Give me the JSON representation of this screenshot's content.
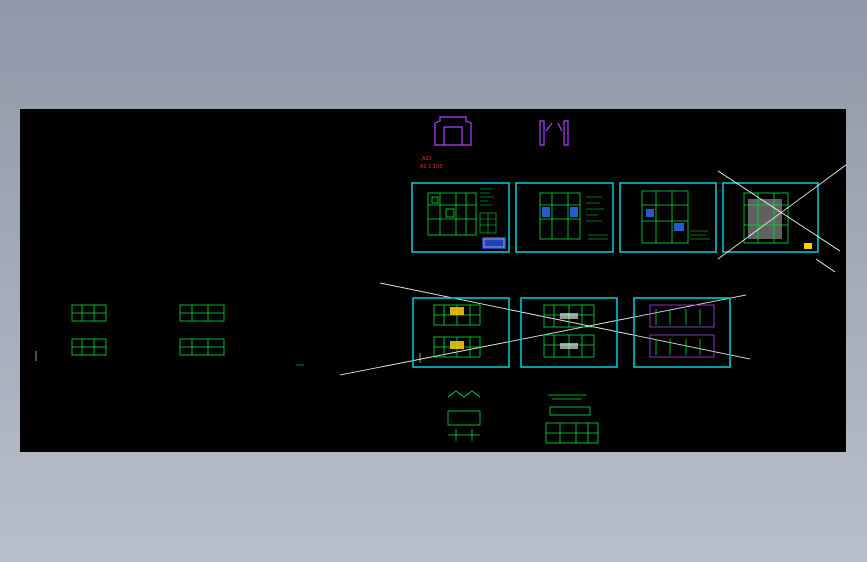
{
  "viewport": {
    "background": "#000000",
    "chrome_background": "#a4abb9"
  },
  "annotations": {
    "red_title": "A22",
    "red_subtitle": "A1 1:100"
  },
  "colors": {
    "frame": "#00d0e0",
    "linework": "#00e040",
    "accent_red": "#ff2a2a",
    "accent_purple": "#b040ff",
    "accent_yellow": "#ffd000",
    "accent_blue": "#2060ff"
  },
  "sheets": {
    "top_row": [
      "floor-plan-sheet-1",
      "floor-plan-sheet-2",
      "floor-plan-sheet-3",
      "floor-plan-sheet-4"
    ],
    "middle_row": [
      "elevation-sheet-1",
      "elevation-sheet-2",
      "section-sheet-3"
    ]
  }
}
